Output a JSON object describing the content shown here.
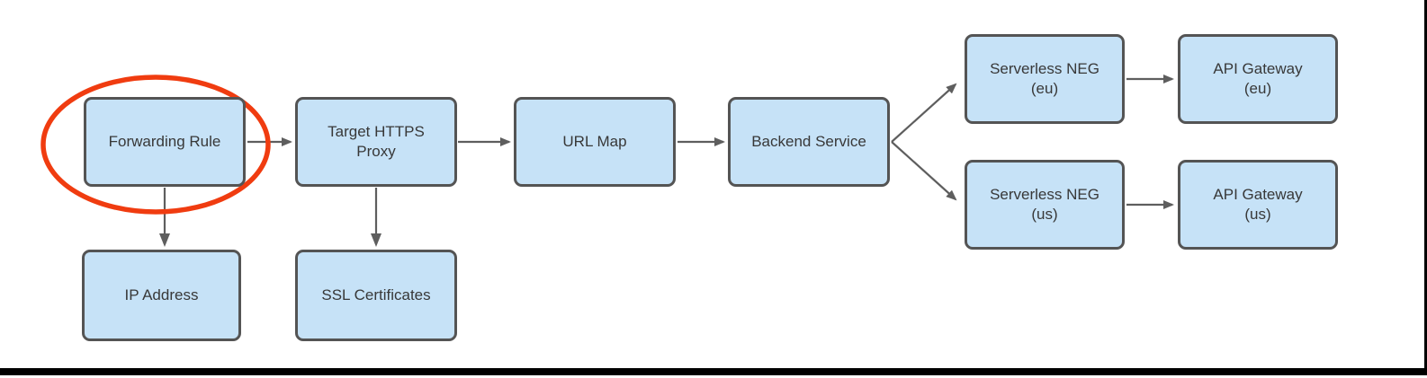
{
  "diagram": {
    "nodes": {
      "forwarding_rule": {
        "lines": [
          "Forwarding Rule"
        ]
      },
      "target_https_proxy": {
        "lines": [
          "Target HTTPS",
          "Proxy"
        ]
      },
      "url_map": {
        "lines": [
          "URL Map"
        ]
      },
      "backend_service": {
        "lines": [
          "Backend Service"
        ]
      },
      "serverless_neg_eu": {
        "lines": [
          "Serverless NEG",
          "(eu)"
        ]
      },
      "api_gateway_eu": {
        "lines": [
          "API Gateway",
          "(eu)"
        ]
      },
      "serverless_neg_us": {
        "lines": [
          "Serverless NEG",
          "(us)"
        ]
      },
      "api_gateway_us": {
        "lines": [
          "API Gateway",
          "(us)"
        ]
      },
      "ip_address": {
        "lines": [
          "IP Address"
        ]
      },
      "ssl_certificates": {
        "lines": [
          "SSL Certificates"
        ]
      }
    },
    "edges": [
      {
        "from": "forwarding_rule",
        "to": "target_https_proxy"
      },
      {
        "from": "target_https_proxy",
        "to": "url_map"
      },
      {
        "from": "url_map",
        "to": "backend_service"
      },
      {
        "from": "backend_service",
        "to": "serverless_neg_eu"
      },
      {
        "from": "backend_service",
        "to": "serverless_neg_us"
      },
      {
        "from": "serverless_neg_eu",
        "to": "api_gateway_eu"
      },
      {
        "from": "serverless_neg_us",
        "to": "api_gateway_us"
      },
      {
        "from": "forwarding_rule",
        "to": "ip_address"
      },
      {
        "from": "target_https_proxy",
        "to": "ssl_certificates"
      }
    ],
    "annotations": [
      {
        "type": "ellipse-highlight",
        "target": "forwarding_rule",
        "color": "#F03C10"
      }
    ],
    "colors": {
      "node_fill": "#C6E2F7",
      "node_border": "#545454",
      "arrow": "#5E5E5E",
      "text": "#383838",
      "highlight": "#F03C10",
      "frame": "#000000",
      "background": "#FFFFFF"
    }
  }
}
